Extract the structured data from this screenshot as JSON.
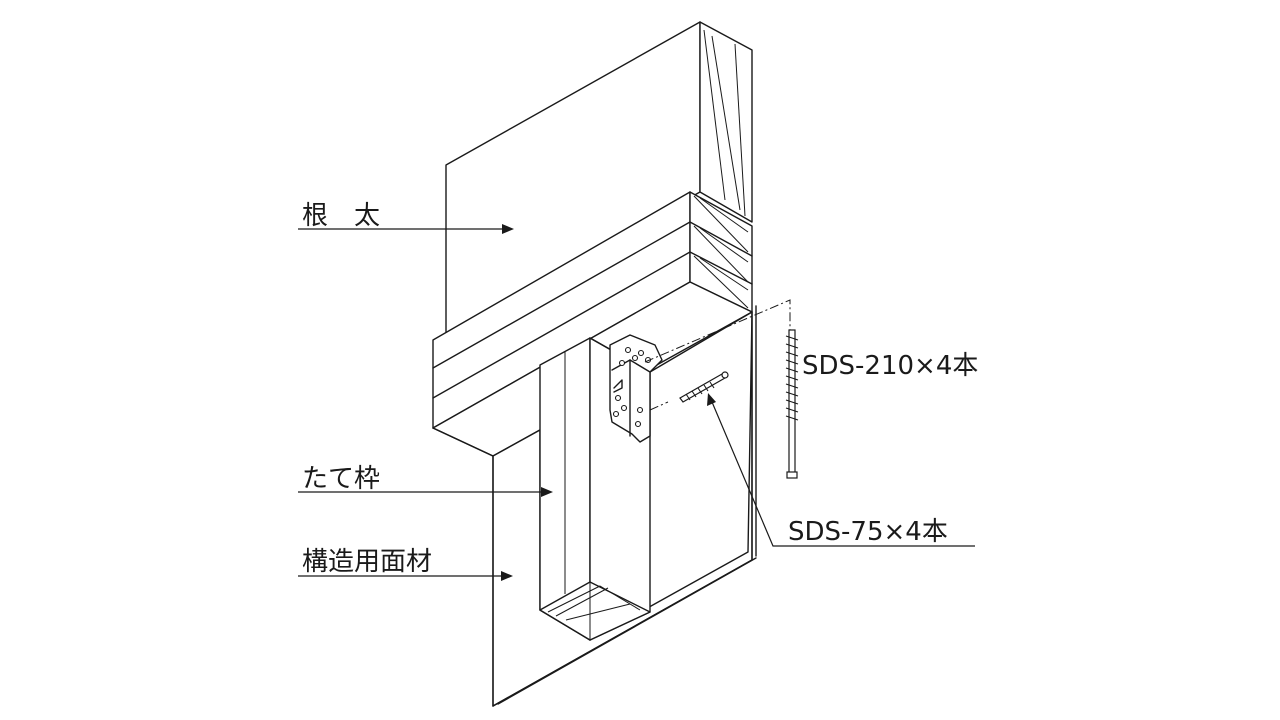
{
  "labels": {
    "joist": "根　太",
    "stud": "たて枠",
    "sheathing": "構造用面材",
    "screw_long": "SDS-210×4本",
    "screw_short": "SDS-75×4本"
  },
  "colors": {
    "line": "#1a1a1a",
    "background": "#ffffff"
  }
}
